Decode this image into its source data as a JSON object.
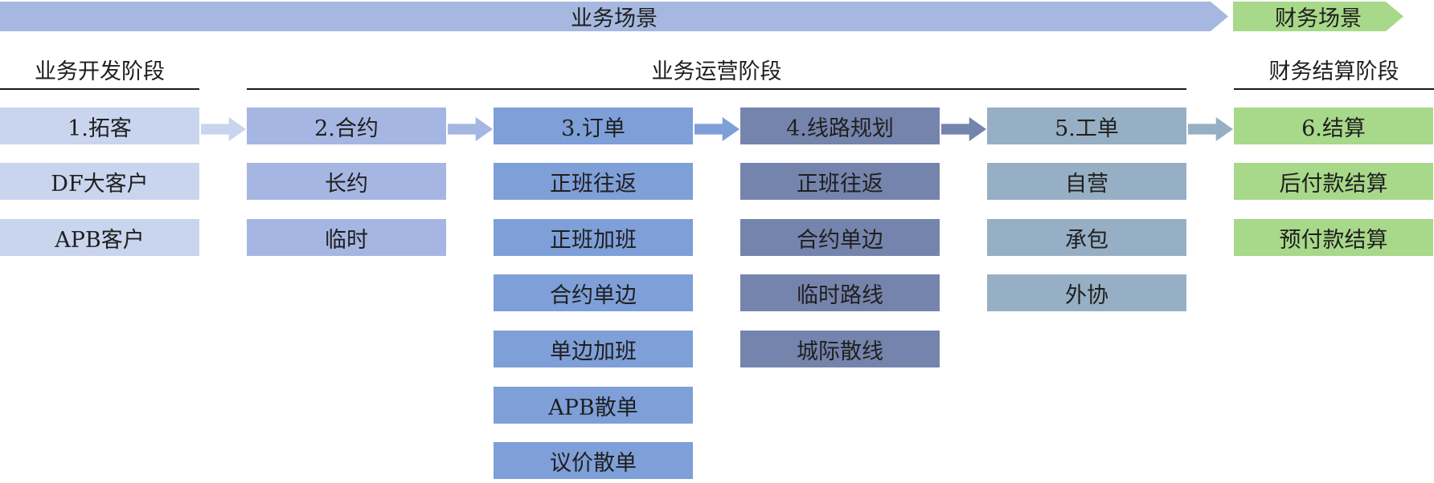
{
  "banners": {
    "business": "业务场景",
    "finance": "财务场景"
  },
  "phases": {
    "development": "业务开发阶段",
    "operation": "业务运营阶段",
    "settlement": "财务结算阶段"
  },
  "columns": [
    {
      "header": "1.拓客",
      "items": [
        "DF大客户",
        "APB客户"
      ]
    },
    {
      "header": "2.合约",
      "items": [
        "长约",
        "临时"
      ]
    },
    {
      "header": "3.订单",
      "items": [
        "正班往返",
        "正班加班",
        "合约单边",
        "单边加班",
        "APB散单",
        "议价散单"
      ]
    },
    {
      "header": "4.线路规划",
      "items": [
        "正班往返",
        "合约单边",
        "临时路线",
        "城际散线"
      ]
    },
    {
      "header": "5.工单",
      "items": [
        "自营",
        "承包",
        "外协"
      ]
    },
    {
      "header": "6.结算",
      "items": [
        "后付款结算",
        "预付款结算"
      ]
    }
  ],
  "colors": {
    "business_banner": "#a6b8df",
    "finance_banner": "#a8d889",
    "col1": "#c9d5ee",
    "col2": "#a6b6e2",
    "col3": "#7e9fd8",
    "col4": "#7584ac",
    "col5": "#97afc4",
    "col6": "#a8d889"
  }
}
